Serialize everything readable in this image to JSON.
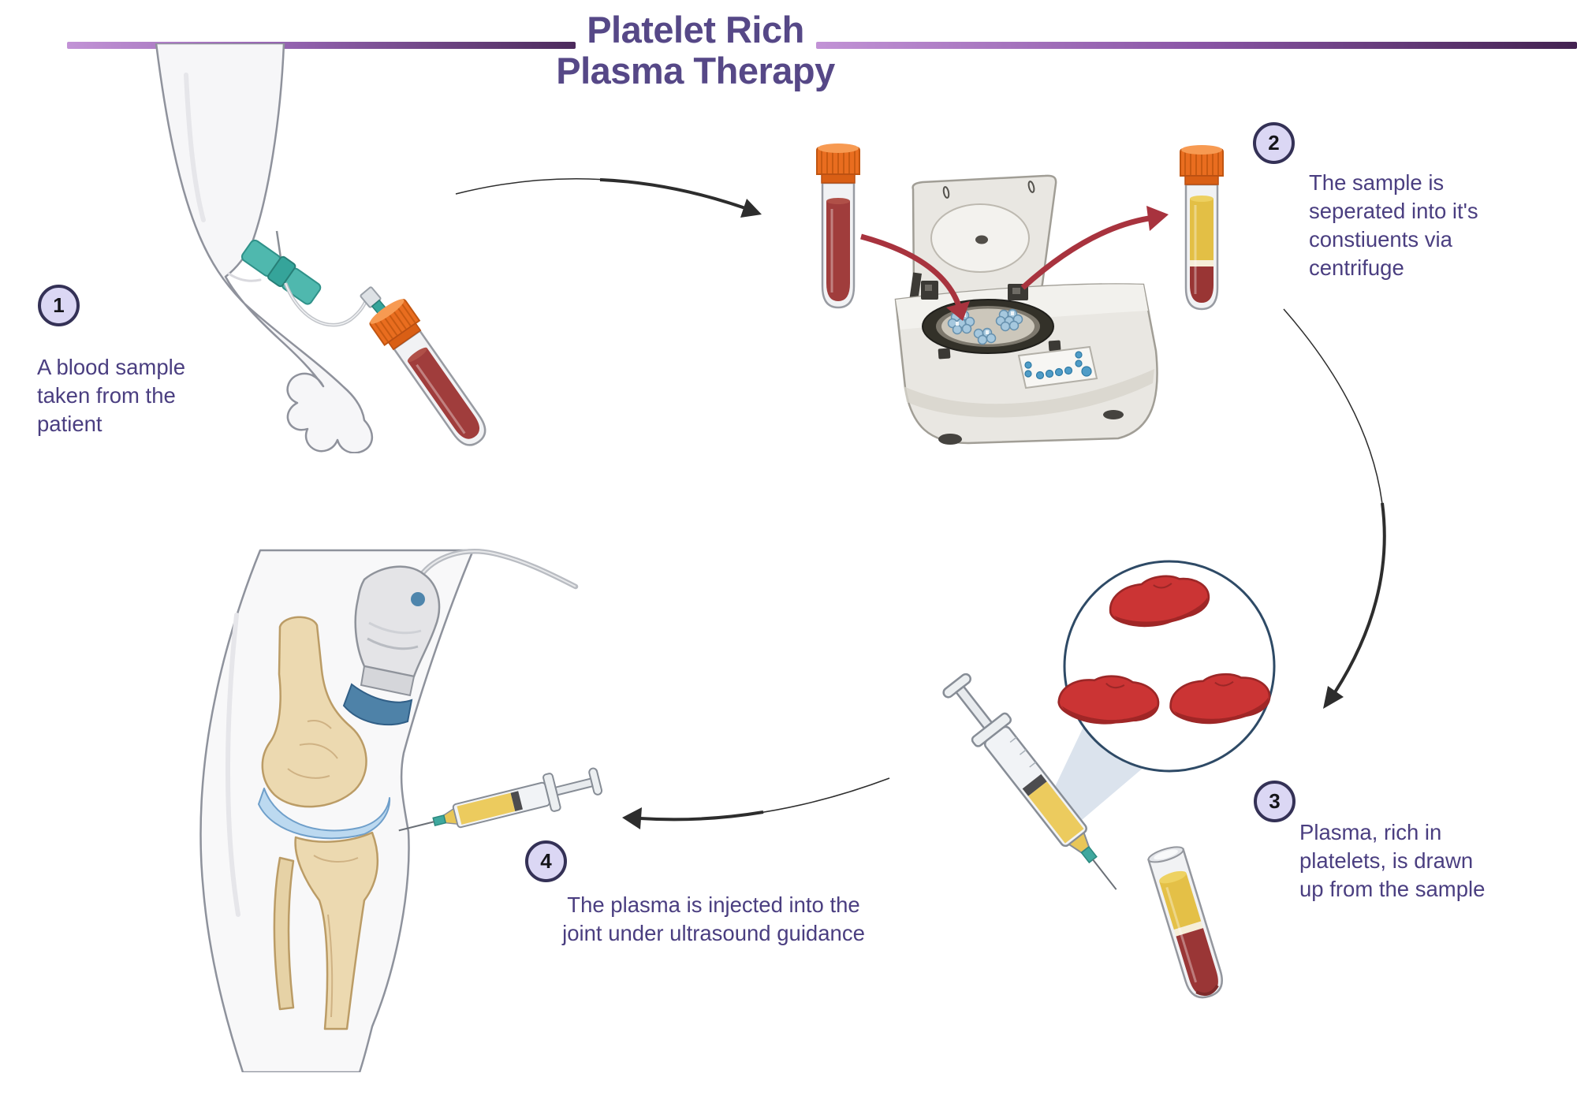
{
  "title": {
    "line1": "Platelet Rich",
    "line2": "Plasma Therapy"
  },
  "steps": [
    {
      "number": "1",
      "text": "A blood sample\ntaken from the\npatient"
    },
    {
      "number": "2",
      "text": "The sample is\nseperated into it's\nconstiuents via\ncentrifuge"
    },
    {
      "number": "3",
      "text": "Plasma, rich in\nplatelets, is drawn\nup from the sample"
    },
    {
      "number": "4",
      "text": "The plasma is injected into the\njoint under ultrasound guidance"
    }
  ],
  "icons": [
    "arm-blood-draw",
    "blood-tube",
    "centrifuge",
    "separated-tube",
    "plasma-syringe",
    "platelets-magnifier",
    "knee-ultrasound-injection"
  ],
  "colors": {
    "title_text": "#564887",
    "body_text": "#4a3e80",
    "step_badge_fill": "#dbd7f4",
    "step_badge_border": "#343156",
    "divider_light": "#c293d6",
    "divider_dark": "#432251",
    "arrow_black": "#2d2d2d",
    "arrow_red": "#a8333e",
    "blood_red": "#a03d3c",
    "plasma_yellow": "#e3bf45",
    "cap_orange": "#e96d1f",
    "needle_teal": "#45b0a6",
    "cartilage_blue": "#bcd9f0",
    "bone_tan": "#ecd9b0"
  }
}
